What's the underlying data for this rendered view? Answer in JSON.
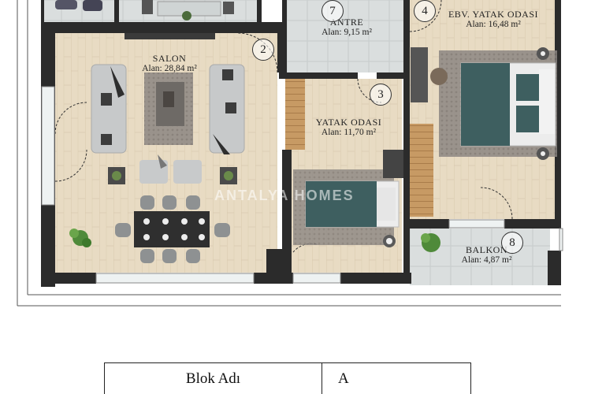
{
  "rooms": [
    {
      "name": "SALON",
      "area": "Alan: 28,84 m²",
      "number": "2"
    },
    {
      "name": "YATAK ODASI",
      "area": "Alan: 11,70 m²",
      "number": "3"
    },
    {
      "name": "EBV. YATAK ODASI",
      "area": "Alan: 16,48 m²",
      "number": "4"
    },
    {
      "name": "ANTRE",
      "area": "Alan: 9,15 m²",
      "number": "7"
    },
    {
      "name": "BALKON",
      "area": "Alan: 4,87 m²",
      "number": "8"
    }
  ],
  "watermark": "ANTALYA HOMES",
  "table": {
    "label": "Blok Adı",
    "value": "A"
  },
  "colors": {
    "wall": "#2b2b2b",
    "wood_floor": "#e9dcc5",
    "tile_floor": "#d9dcdc",
    "bedding": "#3e5f60",
    "rug": "#8a8480"
  }
}
